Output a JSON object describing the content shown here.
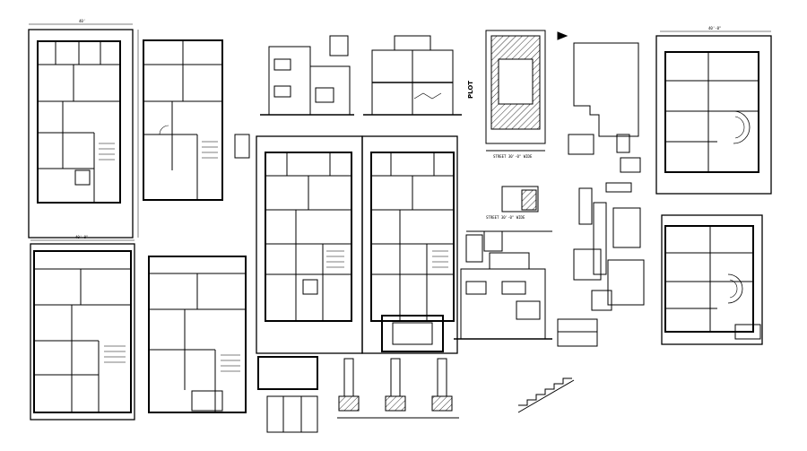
{
  "sheet": {
    "description_text": ""
  },
  "labels": {
    "plot": "PLOT",
    "street_1": "STREET 30'-0\" WIDE",
    "street_2": "STREET 30'-0\" WIDE",
    "dim_top_left": "40'",
    "dim_mid_left": "40'-0\"",
    "dim_top_right": "40'-0\""
  }
}
